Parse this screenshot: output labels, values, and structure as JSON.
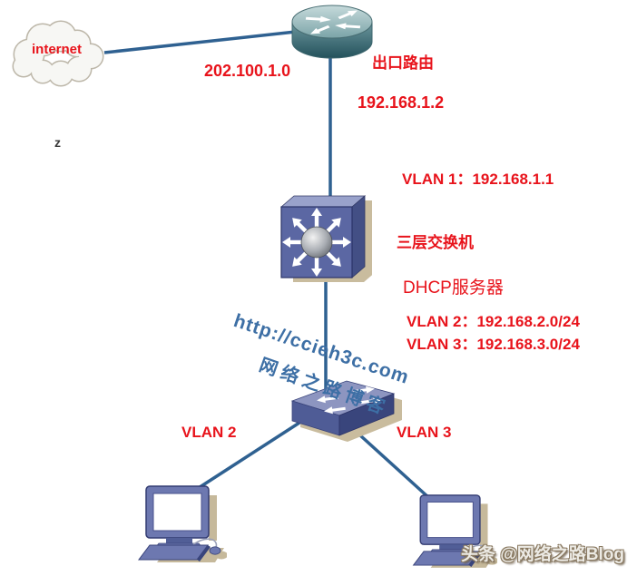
{
  "colors": {
    "label_red": "#e8131b",
    "link_blue": "#2f6191",
    "watermark_blue": "#3d6fa5",
    "device_blue": "#5b67a3",
    "router_teal": "#4e7d86",
    "shadow_tan": "#c9bc9e"
  },
  "nodes": {
    "internet": {
      "label": "internet"
    },
    "router": {
      "title": "出口路由",
      "interface_ip": "192.168.1.2"
    },
    "l3_switch": {
      "vlan1": "VLAN 1：192.168.1.1",
      "title": "三层交换机",
      "dhcp": "DHCP服务器",
      "vlan2_subnet": "VLAN 2：192.168.2.0/24",
      "vlan3_subnet": "VLAN 3：192.168.3.0/24"
    },
    "pc_left": {
      "vlan": "VLAN 2"
    },
    "pc_right": {
      "vlan": "VLAN 3"
    }
  },
  "links": {
    "internet_router_subnet": "202.100.1.0"
  },
  "annotations": {
    "stray": "z"
  },
  "watermark": {
    "url": "http://ccieh3c.com",
    "site_name": "网络之路博客",
    "credit": "头条 @网络之路Blog"
  }
}
